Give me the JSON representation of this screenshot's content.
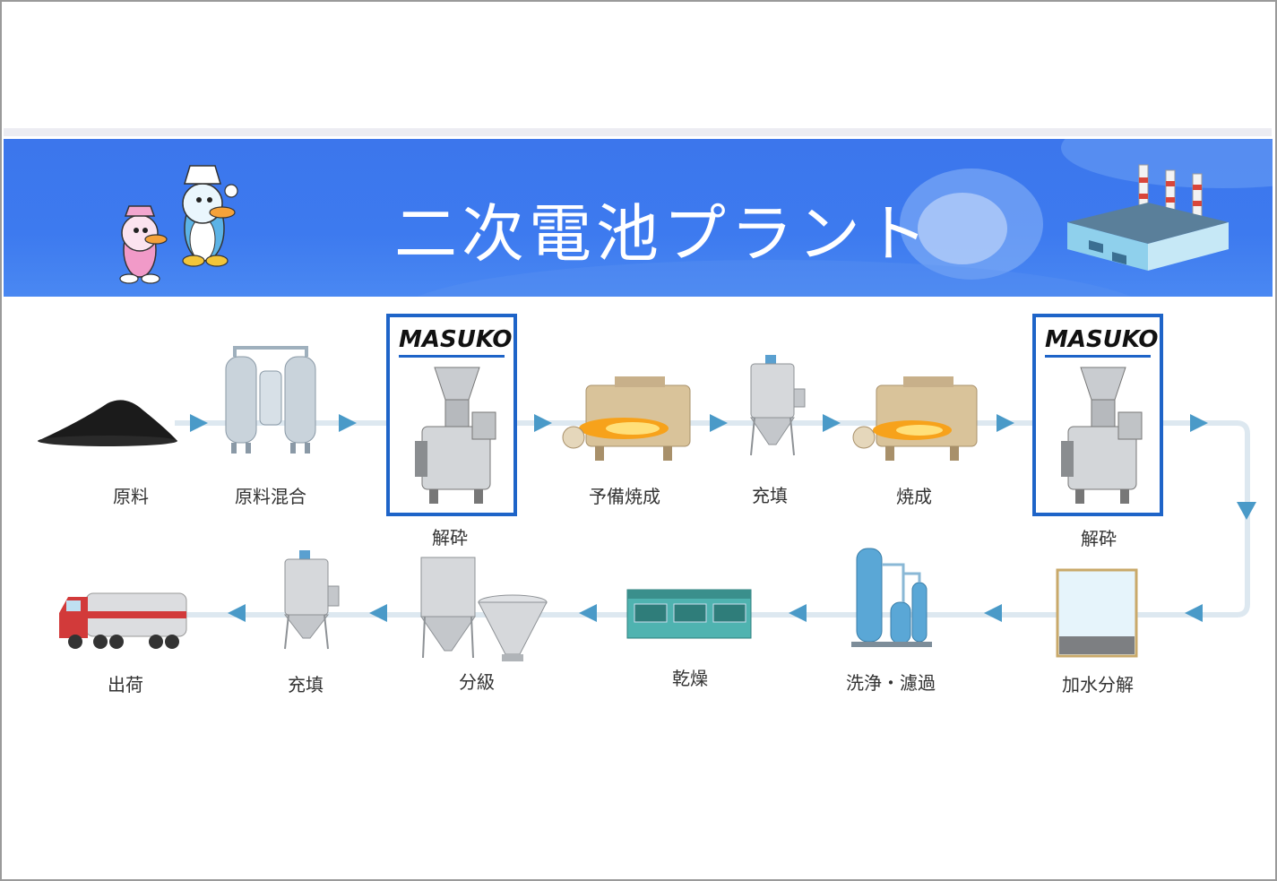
{
  "banner": {
    "title": "二次電池プラント"
  },
  "steps": {
    "raw": "原料",
    "mix": "原料混合",
    "crush1": "解砕",
    "precalc": "予備焼成",
    "fill1": "充填",
    "calc": "焼成",
    "crush2": "解砕",
    "hydro": "加水分解",
    "wash": "洗浄・濾過",
    "dry": "乾燥",
    "classify": "分級",
    "fill2": "充填",
    "ship": "出荷"
  },
  "logo": {
    "text": "MASUKO"
  },
  "colors": {
    "banner": "#3c76ec",
    "accent": "#1e64c8",
    "arrow": "#4a9ac8",
    "flame": "#f7a21b"
  }
}
